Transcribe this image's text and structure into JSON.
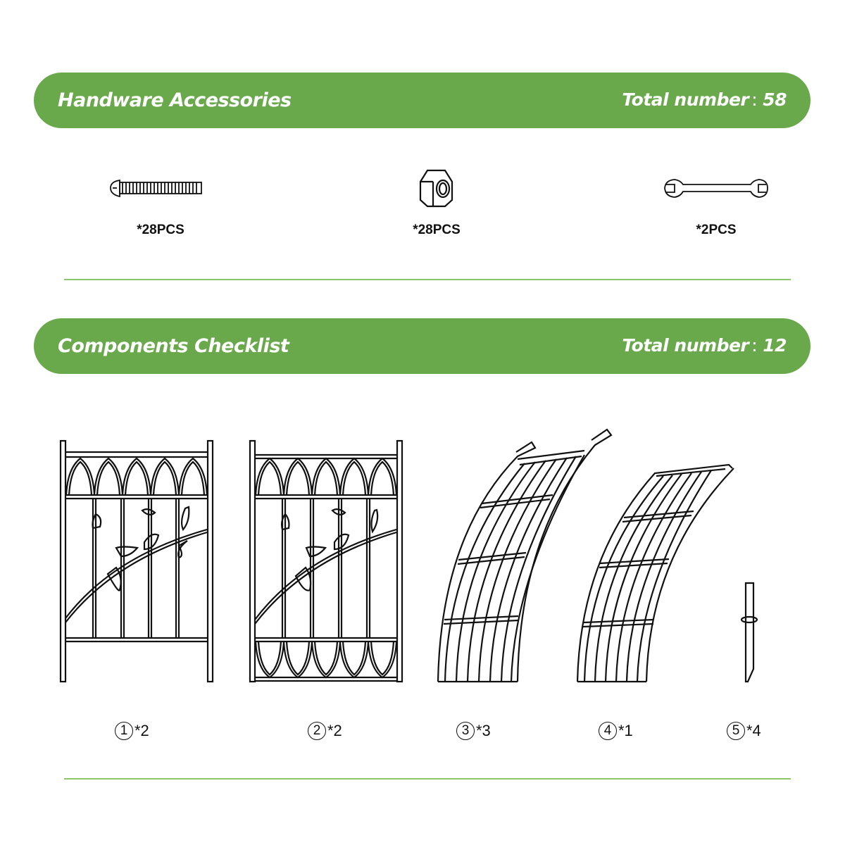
{
  "hardware": {
    "title": "Handware Accessories",
    "total_label": "Total number",
    "total_sep": ":",
    "total_value": "58",
    "items": [
      {
        "icon": "screw-icon",
        "qty": "*28PCS"
      },
      {
        "icon": "hex-nut-icon",
        "qty": "*28PCS"
      },
      {
        "icon": "wrench-icon",
        "qty": "*2PCS"
      }
    ]
  },
  "components": {
    "title": "Components Checklist",
    "total_label": "Total number",
    "total_sep": ":",
    "total_value": "12",
    "items": [
      {
        "number": "1",
        "qty": "*2"
      },
      {
        "number": "2",
        "qty": "*2"
      },
      {
        "number": "3",
        "qty": "*3"
      },
      {
        "number": "4",
        "qty": "*1"
      },
      {
        "number": "5",
        "qty": "*4"
      }
    ]
  },
  "colors": {
    "accent": "#6aa84c",
    "divider": "#8cc56a"
  }
}
